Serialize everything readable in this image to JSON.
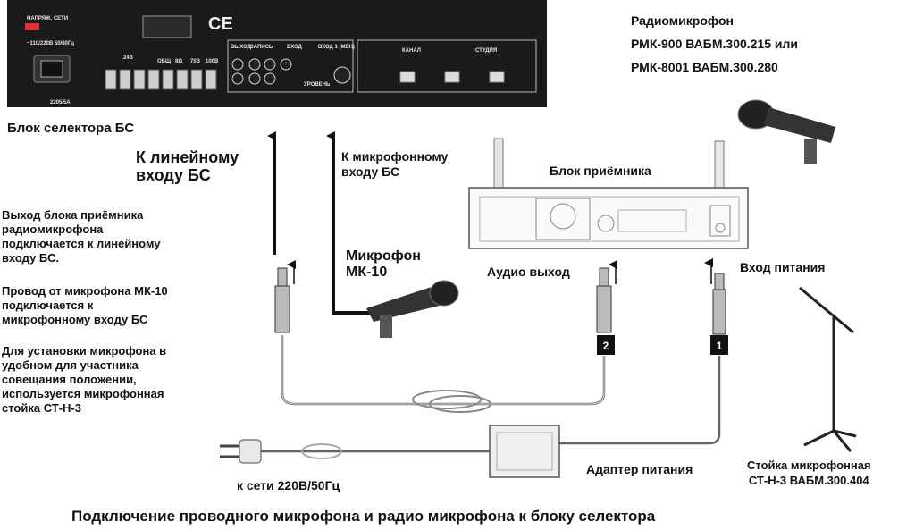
{
  "panel": {
    "labels": [
      "НАПРЯЖ. СЕТИ",
      "~110/220В 50/60Гц",
      "2205/5А",
      "24В",
      "ОБЩ",
      "8Ω",
      "70В",
      "100В",
      "ВЫХОД",
      "ЗАПИСЬ",
      "ВХОД",
      "ВХОД 1 (МЕН)",
      "УРОВЕНЬ",
      "КАНАЛ",
      "СТУДИЯ"
    ],
    "ce_mark": "CE"
  },
  "labels": {
    "selector_block": "Блок селектора БС",
    "to_line_input": [
      "К линейному",
      "входу БС"
    ],
    "to_mic_input": [
      "К микрофонному",
      "входу БС"
    ],
    "mic_model": [
      "Микрофон",
      "МК-10"
    ],
    "radio_mic": [
      "Радиомикрофон",
      "РМК-900 ВАБМ.300.215 или",
      "РМК-8001 ВАБМ.300.280"
    ],
    "receiver_block": "Блок приёмника",
    "audio_out": "Аудио выход",
    "power_in": "Вход питания",
    "power_adapter": "Адаптер питания",
    "mains": "к сети 220В/50Гц",
    "stand": [
      "Стойка микрофонная",
      "СТ-Н-3 ВАБМ.300.404"
    ],
    "caption": "Подключение проводного микрофона и радио микрофона к блоку селектора",
    "marker_1": "1",
    "marker_2": "2"
  },
  "description": {
    "p1": [
      "Выход блока приёмника",
      "радиомикрофона",
      "подключается к линейному",
      "входу БС."
    ],
    "p2": [
      "Провод от микрофона МК-10",
      "подключается к",
      "микрофонному входу БС"
    ],
    "p3": [
      "Для установки микрофона в",
      "удобном для участника",
      "совещания положении,",
      "используется микрофонная",
      "стойка СТ-Н-3"
    ]
  }
}
